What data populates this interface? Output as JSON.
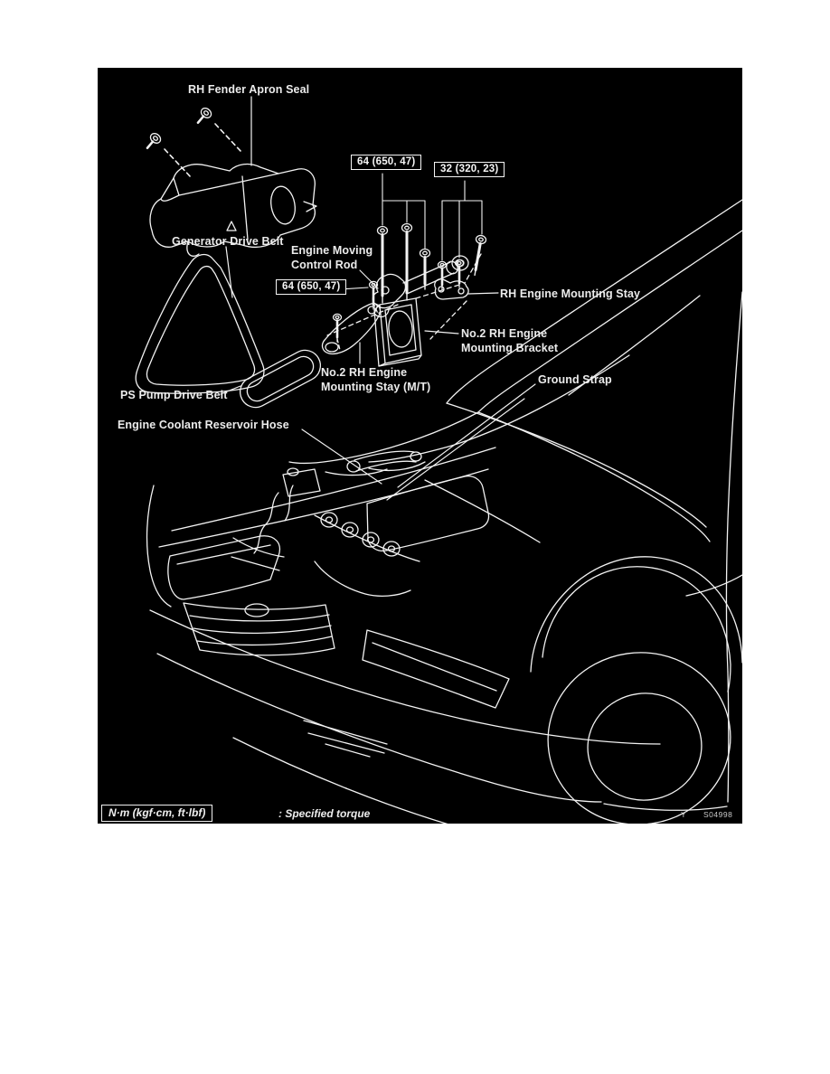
{
  "colors": {
    "page_bg": "#ffffff",
    "panel_bg": "#000000",
    "line": "#f2f2f2"
  },
  "diagram": {
    "labels": [
      {
        "id": "rh-fender-apron-seal",
        "text": "RH Fender Apron Seal"
      },
      {
        "id": "generator-drive-belt",
        "text": "Generator Drive Belt"
      },
      {
        "id": "engine-moving-control-rod",
        "text": "Engine Moving Control Rod"
      },
      {
        "id": "rh-engine-mounting-stay",
        "text": "RH Engine Mounting Stay"
      },
      {
        "id": "no2-rh-engine-mounting-bracket",
        "text": "No.2 RH Engine Mounting Bracket"
      },
      {
        "id": "no2-rh-engine-mounting-stay-mt",
        "text": "No.2 RH Engine Mounting Stay (M/T)"
      },
      {
        "id": "ground-strap",
        "text": "Ground Strap"
      },
      {
        "id": "ps-pump-drive-belt",
        "text": "PS Pump Drive Belt"
      },
      {
        "id": "engine-coolant-reservoir-hose",
        "text": "Engine Coolant Reservoir Hose"
      }
    ],
    "torque_boxes": [
      {
        "id": "torque-upper-left",
        "value": "64 (650, 47)"
      },
      {
        "id": "torque-upper-right",
        "value": "32 (320, 23)"
      },
      {
        "id": "torque-control-rod-front",
        "value": "64 (650, 47)"
      }
    ],
    "legend": {
      "units_box": "N·m (kgf·cm, ft·lbf)",
      "caption": ": Specified torque"
    },
    "figure_code": {
      "left": "Y",
      "right": "S04998"
    }
  }
}
